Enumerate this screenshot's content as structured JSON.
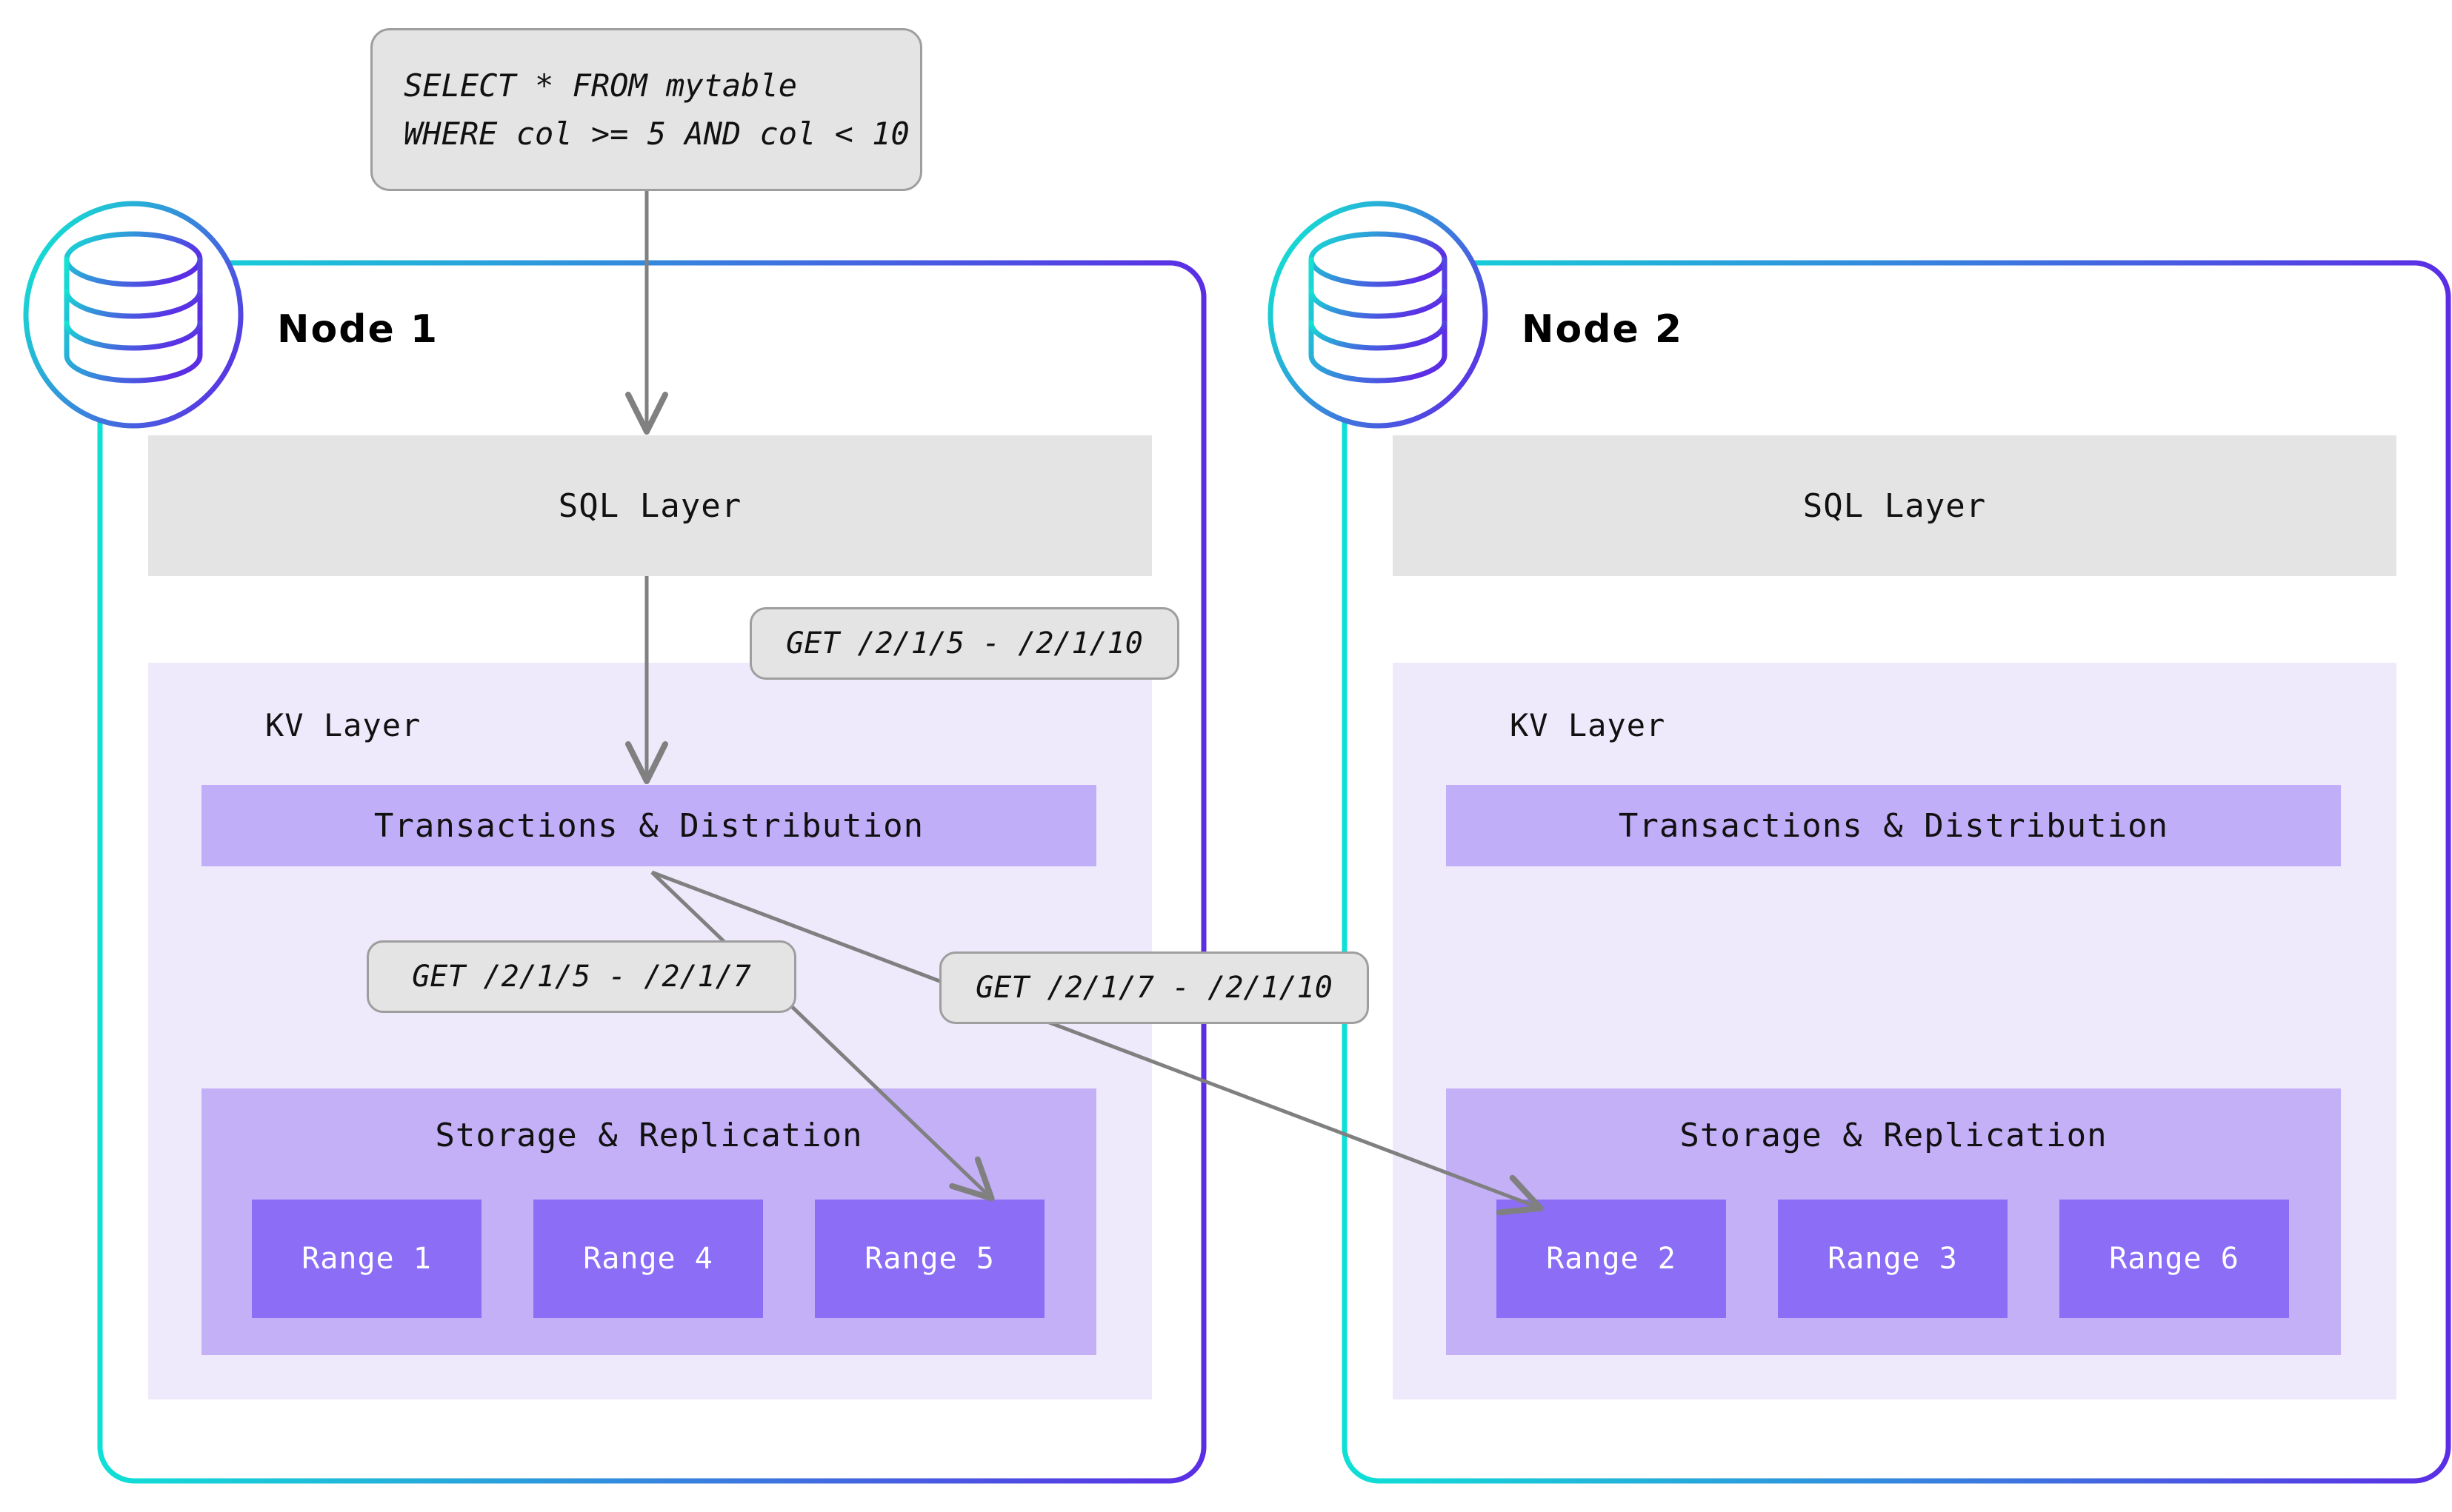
{
  "query_box": {
    "line1": "SELECT * FROM mytable",
    "line2": "WHERE col >= 5 AND col < 10"
  },
  "callouts": {
    "sql_to_kv": "GET /2/1/5 - /2/1/10",
    "to_range5": "GET /2/1/5 - /2/1/7",
    "to_range2": "GET /2/1/7 - /2/1/10"
  },
  "nodes": [
    {
      "title": "Node 1",
      "sql_layer": "SQL Layer",
      "kv_layer": "KV Layer",
      "transactions": "Transactions & Distribution",
      "storage": "Storage & Replication",
      "ranges": [
        "Range 1",
        "Range 4",
        "Range 5"
      ],
      "db_icon": "database-icon"
    },
    {
      "title": "Node 2",
      "sql_layer": "SQL Layer",
      "kv_layer": "KV Layer",
      "transactions": "Transactions & Distribution",
      "storage": "Storage & Replication",
      "ranges": [
        "Range 2",
        "Range 3",
        "Range 6"
      ],
      "db_icon": "database-icon"
    }
  ],
  "colors": {
    "gradient_start": "#0fe0d6",
    "gradient_end": "#5b2ee5",
    "sql_layer_bg": "#e4e4e4",
    "kv_layer_bg": "#eeeafc",
    "transactions_bg": "#c1aef8",
    "storage_bg": "#c4b0f7",
    "range_bg": "#8b6ef5",
    "arrow": "#808080",
    "callout_bg": "#e4e4e4",
    "callout_border": "#9e9e9e"
  }
}
